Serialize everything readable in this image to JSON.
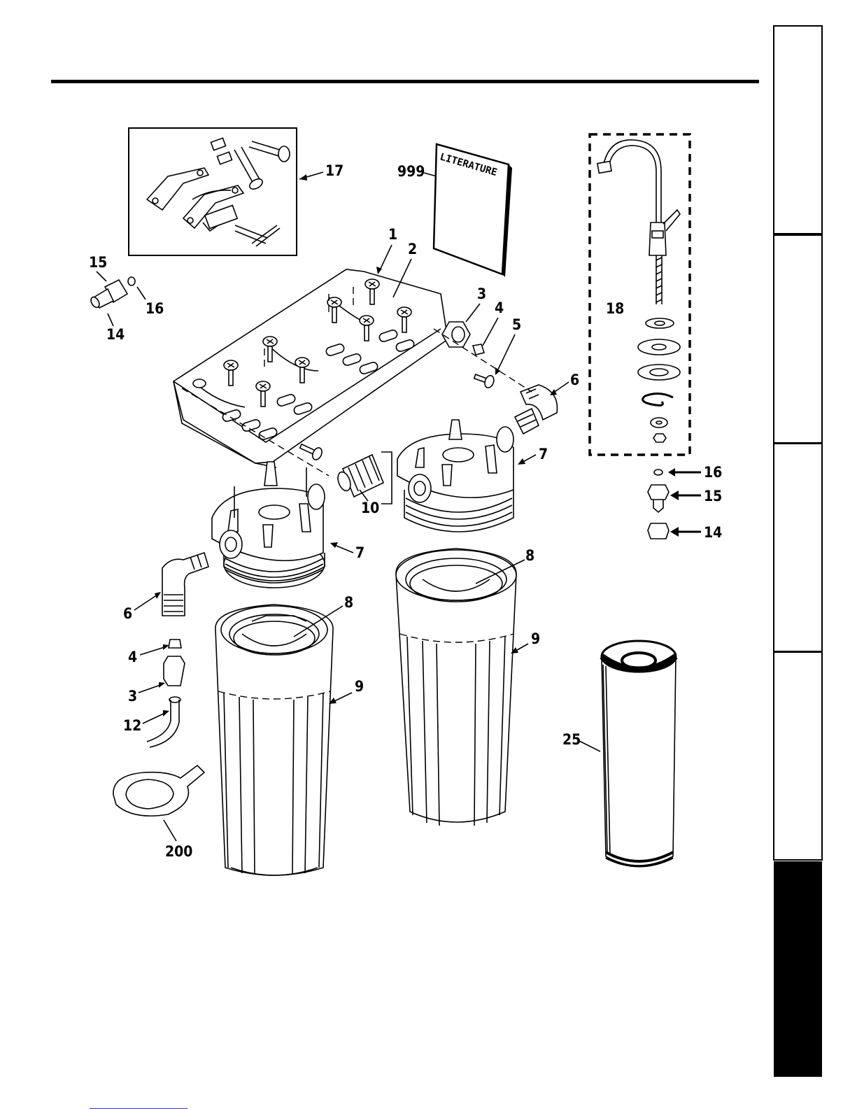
{
  "callouts": {
    "c1": "1",
    "c2": "2",
    "c3a": "3",
    "c4a": "4",
    "c5": "5",
    "c6a": "6",
    "c7a": "7",
    "c7b": "7",
    "c8a": "8",
    "c8b": "8",
    "c9a": "9",
    "c9b": "9",
    "c10": "10",
    "c6b": "6",
    "c4b": "4",
    "c3b": "3",
    "c12": "12",
    "c14a": "14",
    "c15a": "15",
    "c16a": "16",
    "c17": "17",
    "c18": "18",
    "c14b": "14",
    "c15b": "15",
    "c16b": "16",
    "c25": "25",
    "c200": "200",
    "c999": "999"
  },
  "booklet_text": "LITERATURE",
  "side_tabs": {
    "count": 5,
    "active_index": 4,
    "active_color": "#000000"
  }
}
